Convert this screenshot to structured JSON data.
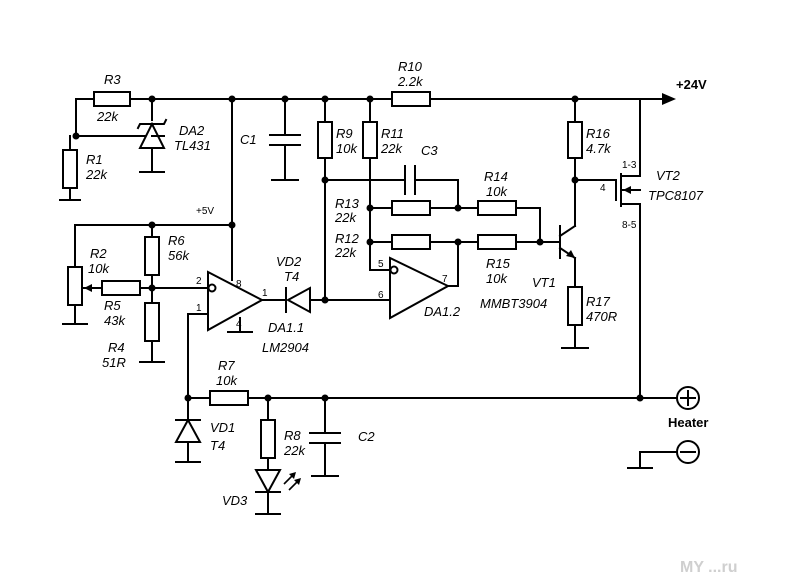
{
  "labels": {
    "r3": [
      "R3",
      "22k"
    ],
    "r1": [
      "R1",
      "22k"
    ],
    "da2": [
      "DA2",
      "TL431"
    ],
    "c1": [
      "C1"
    ],
    "r9": [
      "R9",
      "10k"
    ],
    "r11": [
      "R11",
      "22k"
    ],
    "c3": [
      "C3"
    ],
    "r10": [
      "R10",
      "2.2k"
    ],
    "r16": [
      "R16",
      "4.7k"
    ],
    "vt2": [
      "VT2",
      "TPC8107"
    ],
    "r14": [
      "R14",
      "10k"
    ],
    "r13": [
      "R13",
      "22k"
    ],
    "r12": [
      "R12",
      "22k"
    ],
    "r15": [
      "R15",
      "10k"
    ],
    "vt1": [
      "VT1",
      "MMBT3904"
    ],
    "r17": [
      "R17",
      "470R"
    ],
    "r2": [
      "R2",
      "10k"
    ],
    "r6": [
      "R6",
      "56k"
    ],
    "r5": [
      "R5",
      "43k"
    ],
    "r4": [
      "R4",
      "51R"
    ],
    "vd2": [
      "VD2",
      "T4"
    ],
    "da11": [
      "DA1.1",
      "LM2904"
    ],
    "da12": [
      "DA1.2"
    ],
    "r7": [
      "R7",
      "10k"
    ],
    "vd1": [
      "VD1",
      "T4"
    ],
    "r8": [
      "R8",
      "22k"
    ],
    "c2": [
      "C2"
    ],
    "vd3": [
      "VD3"
    ]
  },
  "rails": {
    "plus24": "+24V",
    "plus5": "+5V",
    "heater": "Heater"
  },
  "pins": {
    "da11_in_minus": "2",
    "da11_in_plus": "1",
    "da11_vcc": "8",
    "da11_gnd": "4",
    "da11_out": "1",
    "da12_in_minus": "5",
    "da12_in_plus": "6",
    "da12_out": "7",
    "vt2_source": "1-3",
    "vt2_gate": "4",
    "vt2_drain": "8-5"
  },
  "watermark": "MY  ...ru"
}
